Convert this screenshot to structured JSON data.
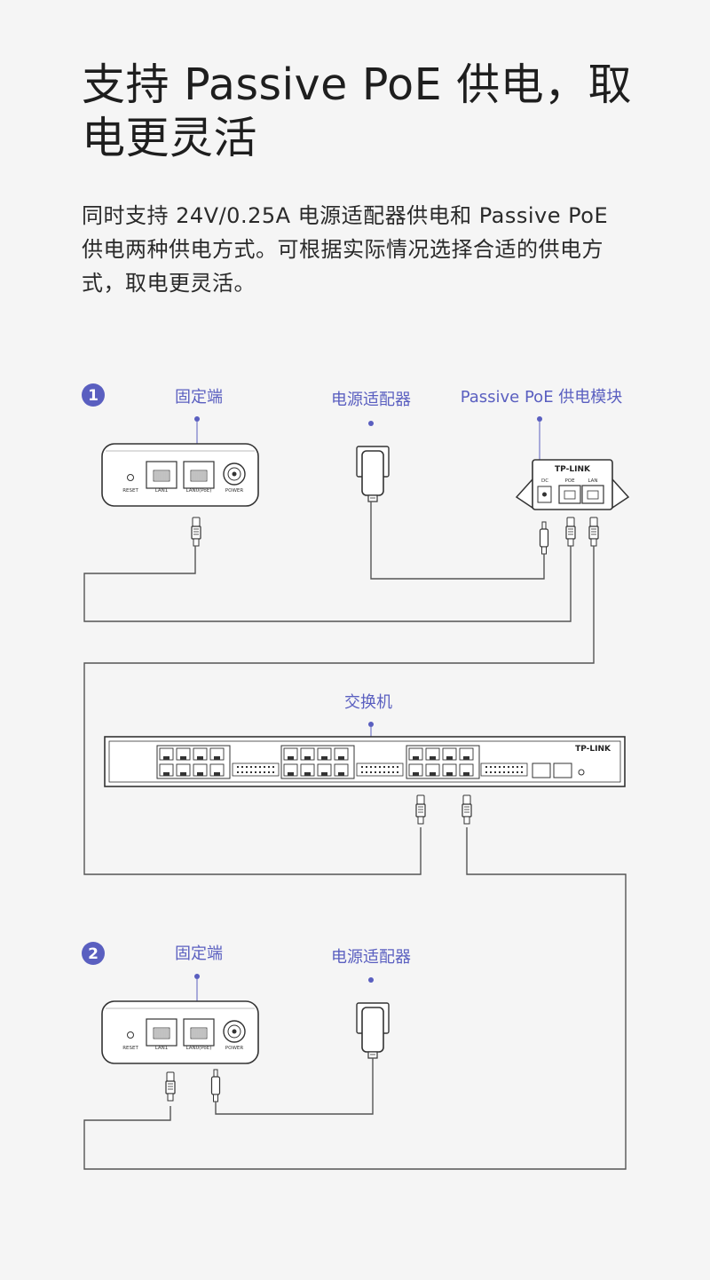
{
  "headline": "支持 Passive PoE 供电，取电更灵活",
  "description": "同时支持 24V/0.25A 电源适配器供电和 Passive PoE 供电两种供电方式。可根据实际情况选择合适的供电方式，取电更灵活。",
  "colors": {
    "accent": "#5a5fc0",
    "line": "#555555",
    "background": "#f5f5f5"
  },
  "scenario1": {
    "number": "1",
    "fixed_end_label": "固定端",
    "adapter_label": "电源适配器",
    "poe_module_label": "Passive PoE 供电模块",
    "device_ports": {
      "reset": "RESET",
      "lan1": "LAN1",
      "lan0": "LAN0(PoE)",
      "power": "POWER"
    },
    "module_brand": "TP-LINK",
    "module_ports": {
      "dc": "DC",
      "poe": "POE",
      "lan": "LAN"
    }
  },
  "switch": {
    "label": "交换机",
    "brand": "TP-LINK"
  },
  "scenario2": {
    "number": "2",
    "fixed_end_label": "固定端",
    "adapter_label": "电源适配器",
    "device_ports": {
      "reset": "RESET",
      "lan1": "LAN1",
      "lan0": "LAN0(PoE)",
      "power": "POWER"
    }
  }
}
